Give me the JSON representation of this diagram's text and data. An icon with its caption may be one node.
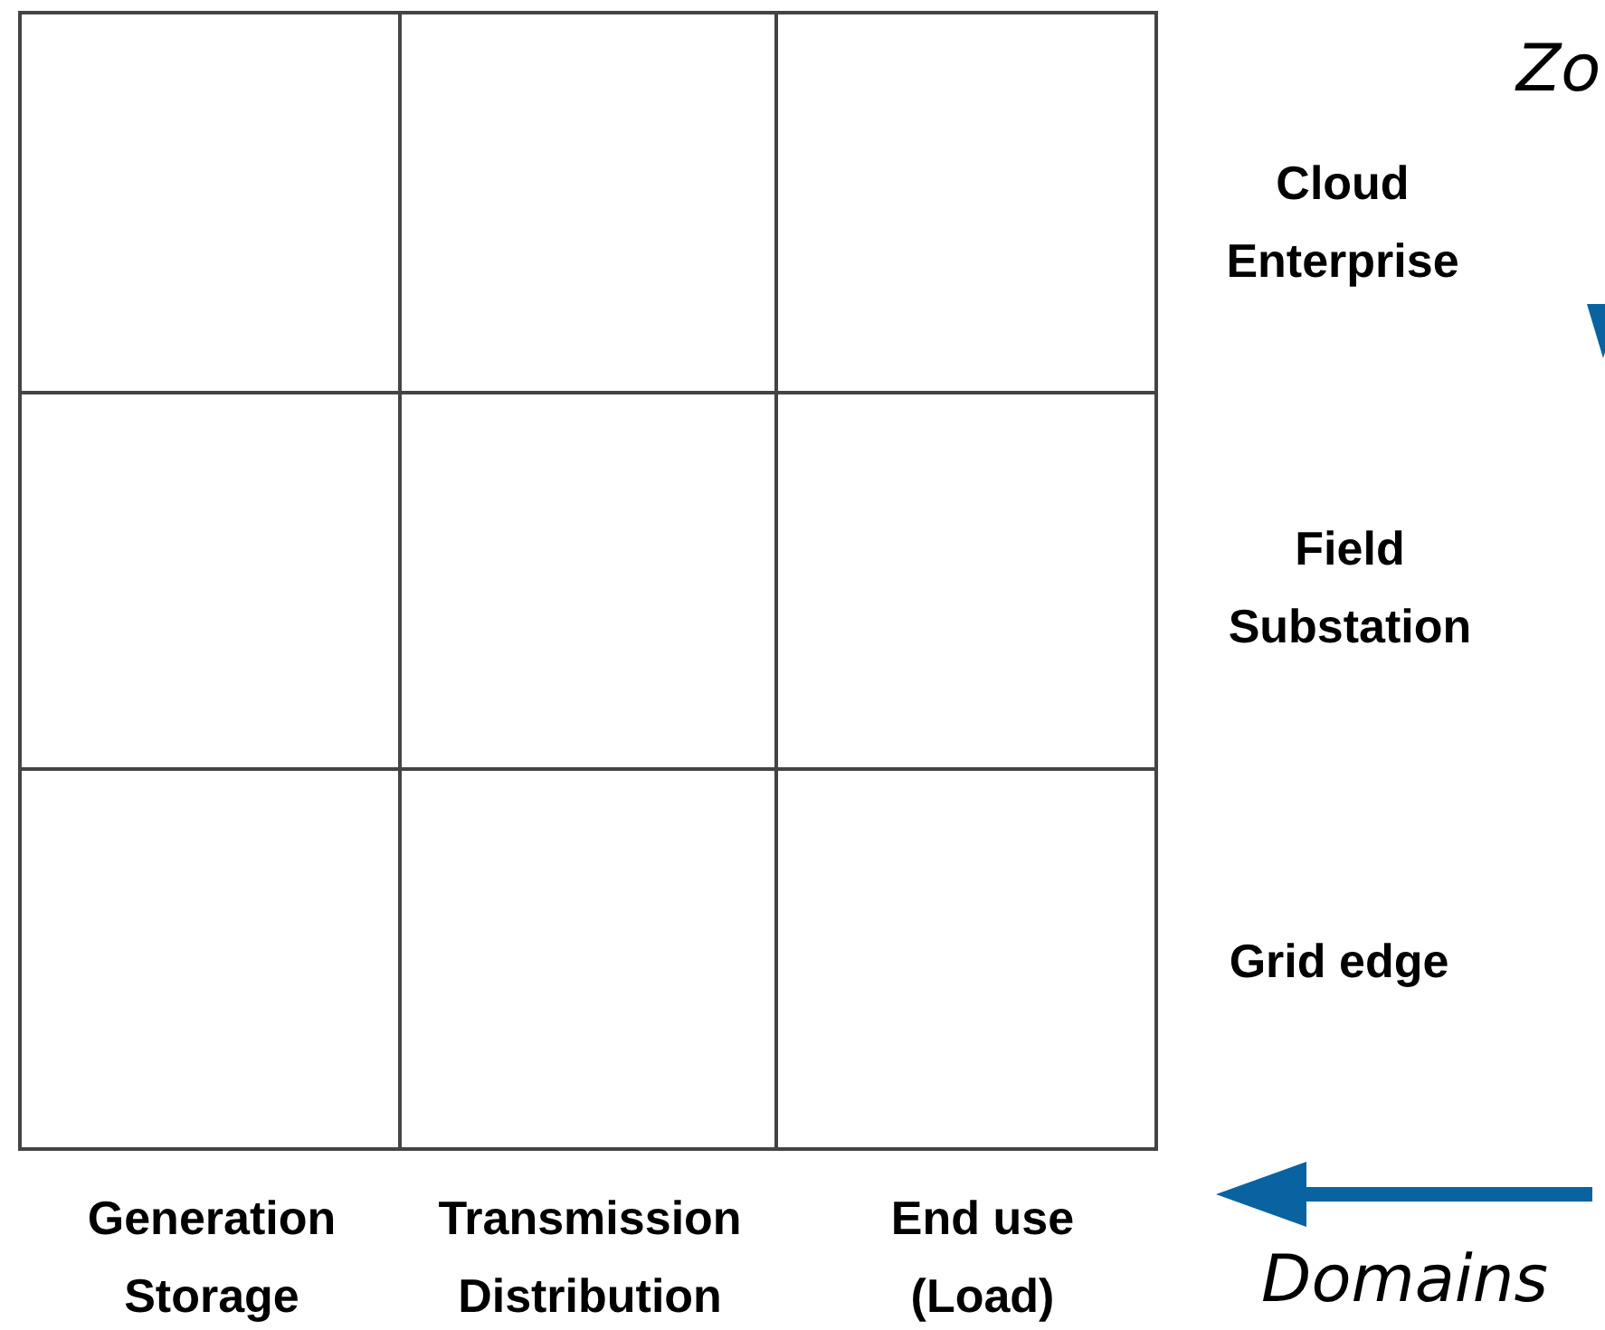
{
  "diagram": {
    "nodes": [
      {
        "text": [],
        "shape": "box"
      },
      {
        "text": [],
        "shape": "box"
      },
      {
        "text": [],
        "shape": "box"
      },
      {
        "text": [],
        "shape": "box"
      },
      {
        "text": [],
        "shape": "box"
      },
      {
        "text": [],
        "shape": "box"
      },
      {
        "text": [],
        "shape": "box"
      },
      {
        "text": [],
        "shape": "box"
      },
      {
        "text": [],
        "shape": "box"
      }
    ],
    "labels": [
      "Zo",
      "Cloud Enterprise",
      "Field Substation",
      "Grid edge",
      "Generation Storage",
      "Transmission Distribution",
      "End use (Load)",
      "Domains"
    ]
  }
}
